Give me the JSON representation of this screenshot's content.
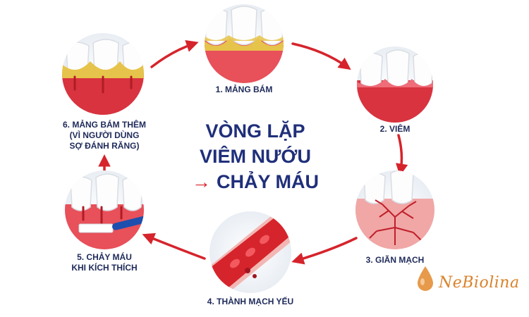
{
  "title": {
    "line1": "VÒNG LẶP",
    "line2": "VIÊM NƯỚU",
    "arrow": "→",
    "line3": "CHẢY MÁU"
  },
  "steps": [
    {
      "id": 1,
      "lines": [
        "1. MẢNG BÁM"
      ],
      "icon": "plaque-teeth-icon"
    },
    {
      "id": 2,
      "lines": [
        "2. VIÊM"
      ],
      "icon": "inflamed-gum-icon"
    },
    {
      "id": 3,
      "lines": [
        "3. GIÃN MẠCH"
      ],
      "icon": "dilated-vessels-icon"
    },
    {
      "id": 4,
      "lines": [
        "4. THÀNH MẠCH YẾU"
      ],
      "icon": "weak-vessel-wall-icon"
    },
    {
      "id": 5,
      "lines": [
        "5. CHẢY MÁU",
        "KHI KÍCH THÍCH"
      ],
      "icon": "bleeding-toothbrush-icon"
    },
    {
      "id": 6,
      "lines": [
        "6. MẢNG BÁM THÊM",
        "(VÌ NGƯỜI DÙNG",
        "SỢ ĐÁNH RĂNG)"
      ],
      "icon": "more-plaque-icon"
    }
  ],
  "brand": {
    "name": "NeBiolina",
    "icon": "drop-logo-icon"
  },
  "colors": {
    "arrow": "#d6242c",
    "title": "#1f2f7a",
    "label": "#1e2a5a",
    "gum": "#e8505a",
    "plaque": "#e6c34a",
    "brand": "#d9822b"
  }
}
